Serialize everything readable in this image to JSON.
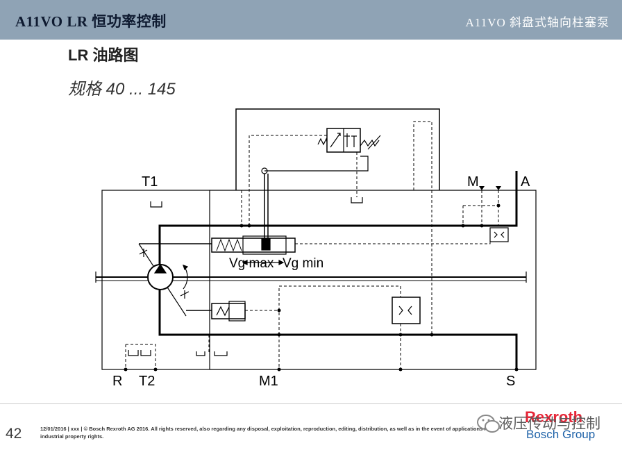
{
  "header": {
    "left_title": "A11VO  LR 恒功率控制",
    "right_title": "A11VO  斜盘式轴向柱塞泵"
  },
  "page": {
    "title": "LR 油路图",
    "subtitle": "规格 40 ... 145"
  },
  "diagram": {
    "ports": {
      "t1": "T1",
      "m": "M",
      "a": "A",
      "r": "R",
      "t2": "T2",
      "m1": "M1",
      "s": "S"
    },
    "labels": {
      "vg_max": "Vg max",
      "vg_min": "Vg min"
    }
  },
  "footer": {
    "page_number": "42",
    "legal_text": "12/01/2016 | xxx | © Bosch Rexroth AG 2016. All rights reserved, also regarding any disposal, exploitation, reproduction, editing, distribution, as well as in the event of applications for industrial property rights.",
    "watermark": "液压传动与控制",
    "brand": "Rexroth",
    "brand_group": "Bosch Group"
  },
  "colors": {
    "header_bg": "#8fa3b5",
    "header_text": "#0e1a30",
    "line": "#000000",
    "brand_red": "#e20015",
    "brand_blue": "#1e62a8"
  }
}
